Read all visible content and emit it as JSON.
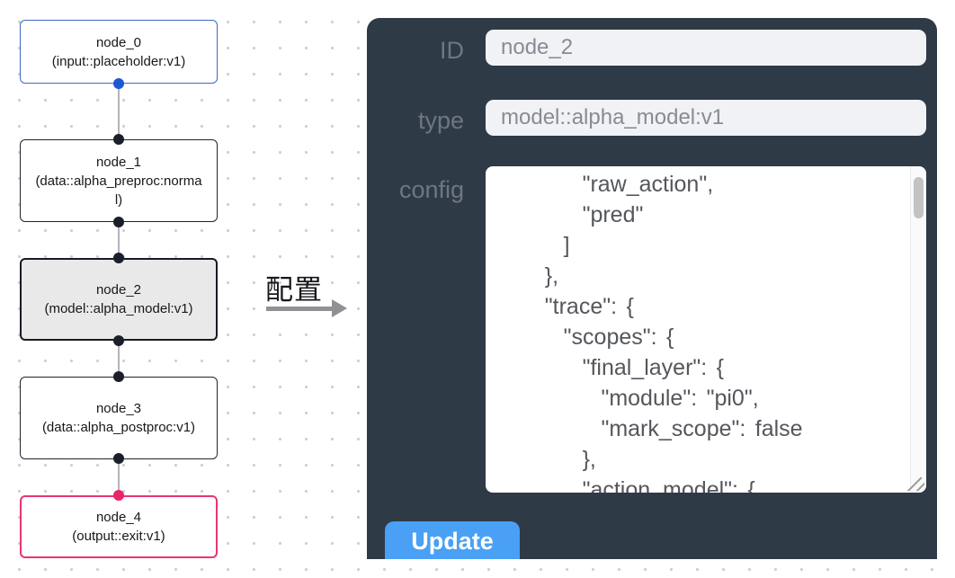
{
  "canvas": {
    "nodes": [
      {
        "name": "node_0",
        "subtitle": "(input::placeholder:v1)",
        "variant": "input"
      },
      {
        "name": "node_1",
        "subtitle": "(data::alpha_preproc:normal)",
        "variant": "default"
      },
      {
        "name": "node_2",
        "subtitle": "(model::alpha_model:v1)",
        "variant": "selected"
      },
      {
        "name": "node_3",
        "subtitle": "(data::alpha_postproc:v1)",
        "variant": "default"
      },
      {
        "name": "node_4",
        "subtitle": "(output::exit:v1)",
        "variant": "output"
      }
    ],
    "annotation": {
      "label": "配置"
    }
  },
  "panel": {
    "fields": [
      {
        "label": "ID",
        "value": "node_2"
      },
      {
        "label": "type",
        "value": "model::alpha_model:v1"
      }
    ],
    "config": {
      "label": "config",
      "visible_text": "        \"raw_action\",\n        \"pred\"\n      ]\n    },\n    \"trace\": {\n      \"scopes\": {\n        \"final_layer\": {\n          \"module\": \"pi0\",\n          \"mark_scope\": false\n        },\n        \"action_model\": {"
    },
    "update_label": "Update"
  },
  "colors": {
    "panel_bg": "#2f3a47",
    "input_node_border": "#3e68c6",
    "output_node_border": "#e73672",
    "selected_node_bg": "#e9e9e9",
    "default_node_border": "#20242e",
    "update_button": "#49a0f4",
    "input_field_bg": "#f1f2f6"
  }
}
